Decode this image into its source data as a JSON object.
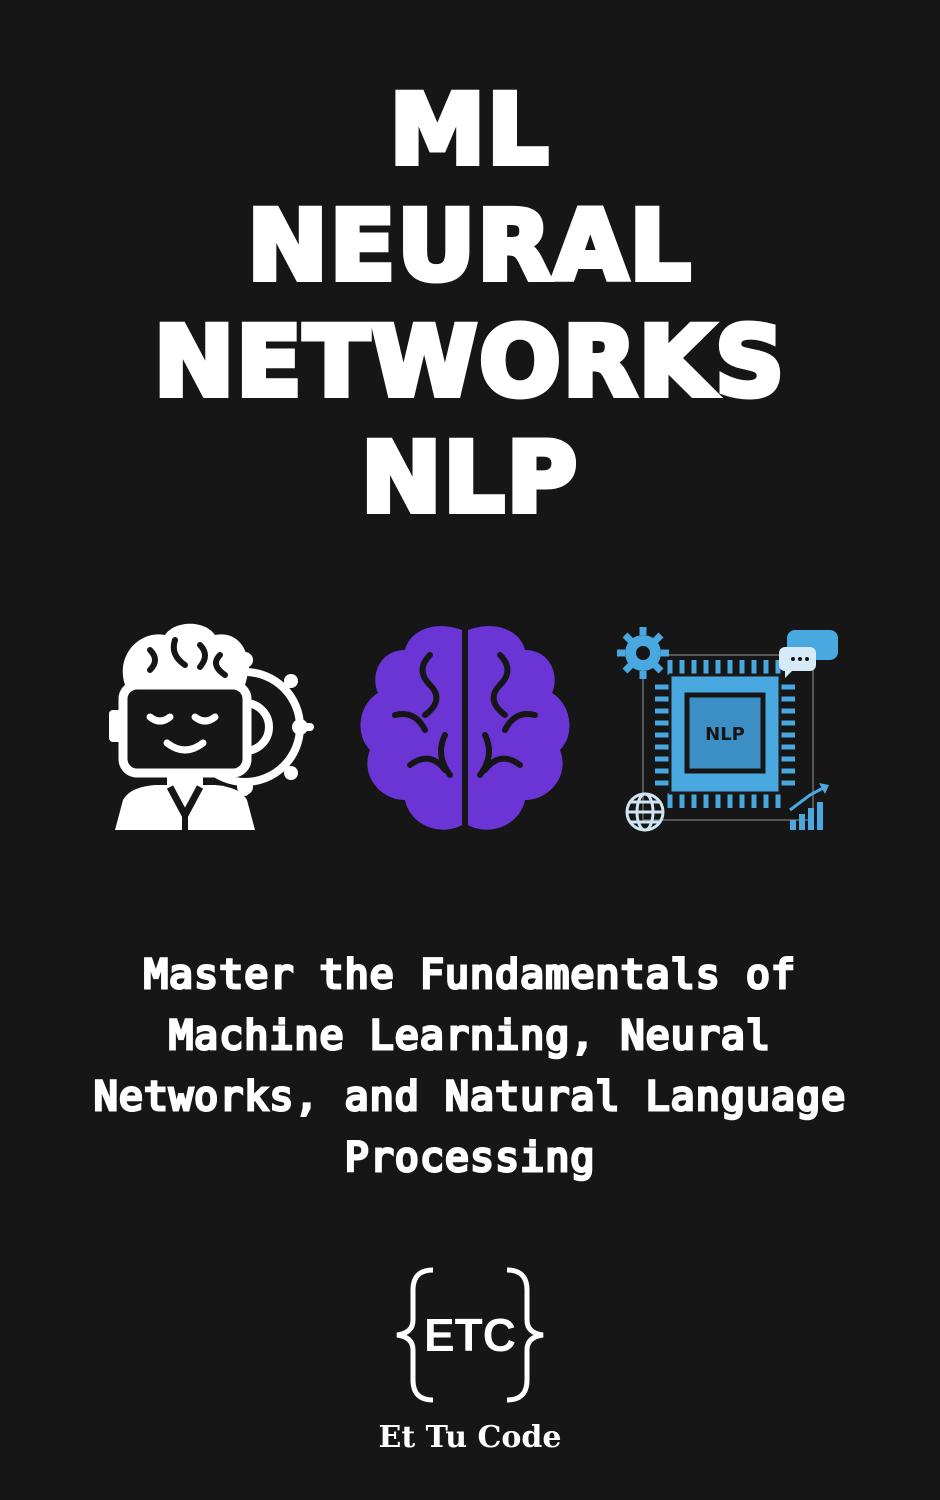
{
  "cover": {
    "title_lines": [
      "ML",
      "NEURAL",
      "NETWORKS",
      "NLP"
    ],
    "subtitle": "Master the Fundamentals of Machine Learning, Neural Networks, and Natural Language Processing",
    "logo_text": "ETC",
    "publisher": "Et Tu Code",
    "chip_label": "NLP"
  },
  "colors": {
    "background": "#161616",
    "text": "#ffffff",
    "brain": "#6b35d6",
    "chip": "#4aa8e0"
  },
  "icons": [
    "robot-gear-icon",
    "brain-icon",
    "nlp-chip-icon",
    "gear-icon",
    "chat-bubble-icon",
    "globe-icon",
    "bar-chart-icon"
  ]
}
